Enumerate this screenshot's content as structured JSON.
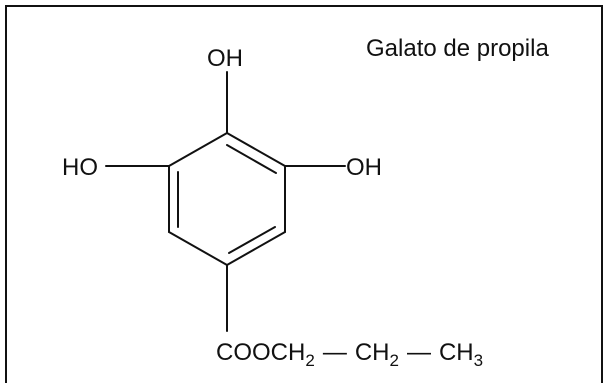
{
  "diagram": {
    "title": "Galato de propila",
    "substituents": {
      "top": "OH",
      "left": "HO",
      "right": "OH"
    },
    "ester_chain": {
      "group1": "COOCH",
      "group1_sub": "2",
      "bond1": "—",
      "group2": "CH",
      "group2_sub": "2",
      "bond2": "—",
      "group3": "CH",
      "group3_sub": "3"
    },
    "colors": {
      "ink": "#111111",
      "border": "#111111",
      "background": "#ffffff"
    }
  }
}
